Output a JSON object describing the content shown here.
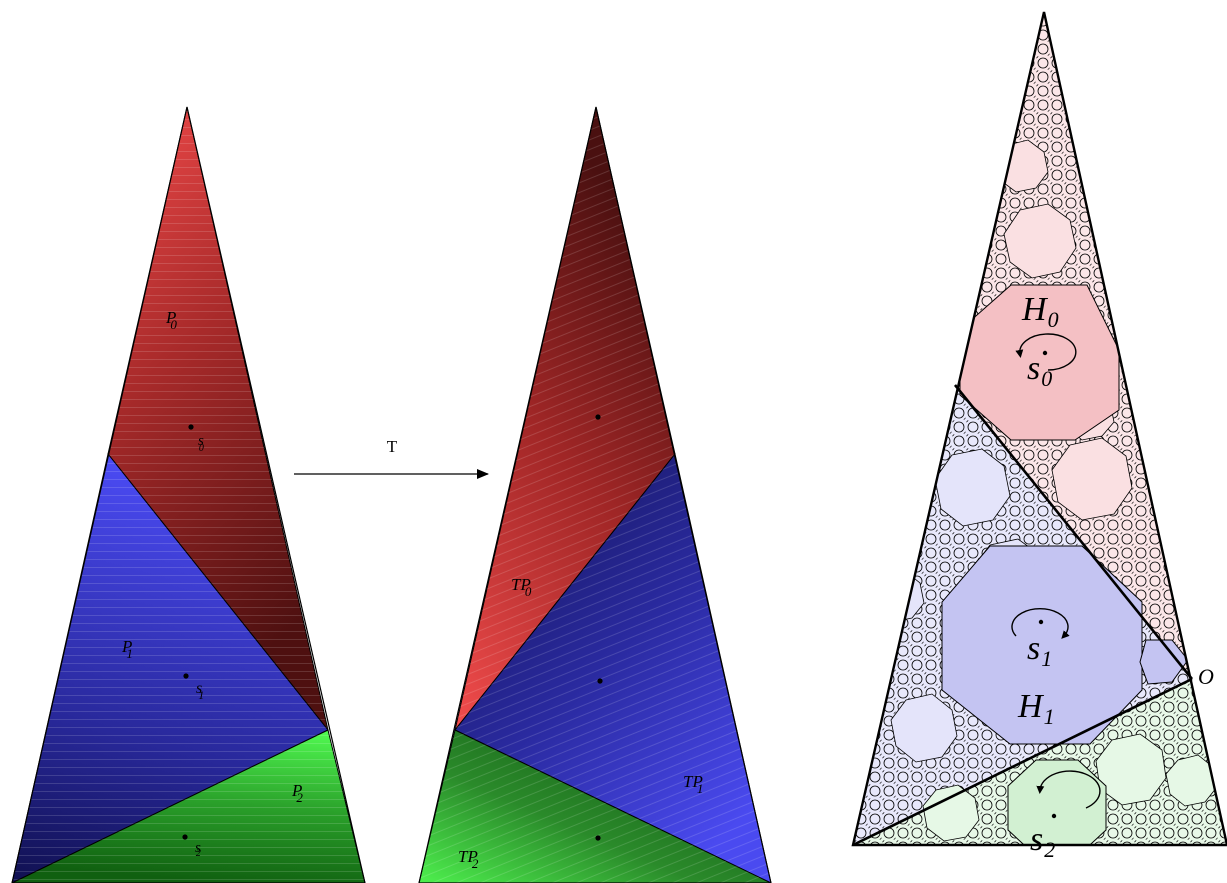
{
  "left_panel": {
    "labels": {
      "p0": "P",
      "p0_sub": "0",
      "s0": "s",
      "s0_sub": "0",
      "p1": "P",
      "p1_sub": "1",
      "s1": "s",
      "s1_sub": "1",
      "p2": "P",
      "p2_sub": "2",
      "s2": "s",
      "s2_sub": "2"
    }
  },
  "arrow": {
    "label": "T"
  },
  "middle_panel": {
    "labels": {
      "tp0": "TP",
      "tp0_sub": "0",
      "tp1": "TP",
      "tp1_sub": "1",
      "tp2": "TP",
      "tp2_sub": "2"
    }
  },
  "right_panel": {
    "labels": {
      "h0": "H",
      "h0_sub": "0",
      "s0": "s",
      "s0_sub": "0",
      "s1": "s",
      "s1_sub": "1",
      "h1": "H",
      "h1_sub": "1",
      "s2": "s",
      "s2_sub": "2",
      "o": "O"
    }
  },
  "colors": {
    "red_light": "#f04a4a",
    "red_dark": "#5a1414",
    "blue_light": "#4a4af0",
    "blue_dark": "#14145a",
    "green_light": "#4af04a",
    "green_dark": "#145a14",
    "pink": "#f4c0c4",
    "lavender": "#c4c4f2",
    "mint": "#d2f0d2",
    "pink_pale": "#fae0e2",
    "lavender_pale": "#e4e4fa",
    "mint_pale": "#e6f8e6"
  }
}
